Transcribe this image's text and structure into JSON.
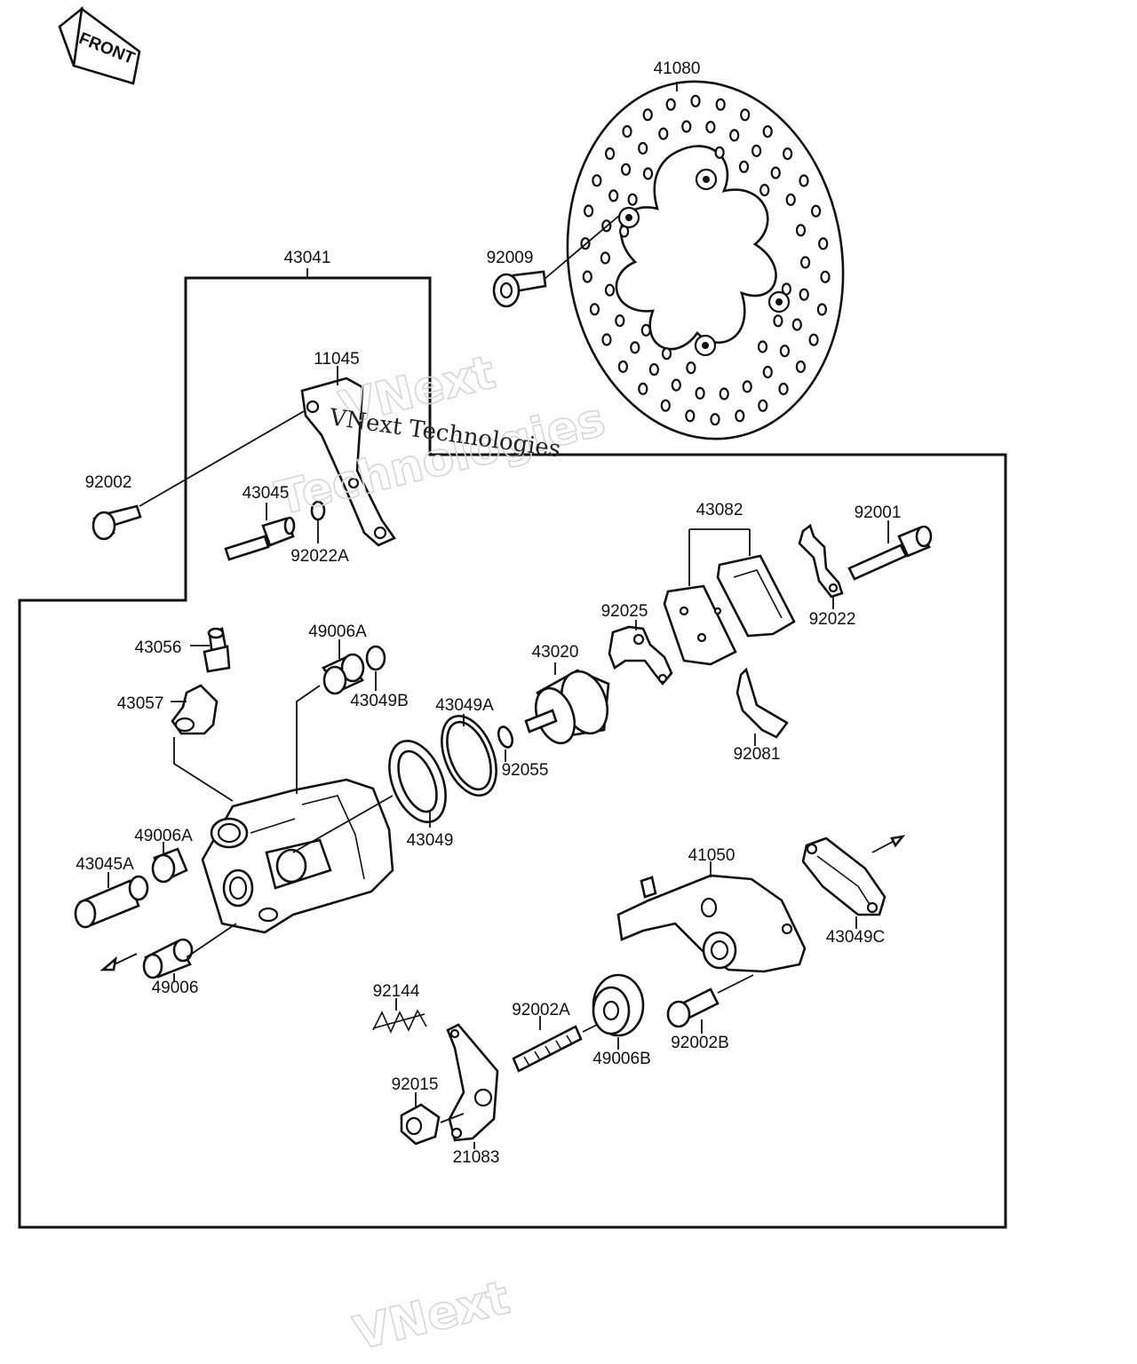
{
  "direction_tag": "FRONT",
  "watermark": {
    "logo_line1": "VNext",
    "logo_line2": "Technologies",
    "stamp": "VNext Technologies",
    "footer_logo": "VNext"
  },
  "parts": [
    {
      "id": "41080",
      "label": "41080"
    },
    {
      "id": "43041",
      "label": "43041"
    },
    {
      "id": "92009",
      "label": "92009"
    },
    {
      "id": "11045",
      "label": "11045"
    },
    {
      "id": "92002",
      "label": "92002"
    },
    {
      "id": "43045",
      "label": "43045"
    },
    {
      "id": "92022A",
      "label": "92022A"
    },
    {
      "id": "43082",
      "label": "43082"
    },
    {
      "id": "92001",
      "label": "92001"
    },
    {
      "id": "92022",
      "label": "92022"
    },
    {
      "id": "92025",
      "label": "92025"
    },
    {
      "id": "49006A-top",
      "label": "49006A"
    },
    {
      "id": "43056",
      "label": "43056"
    },
    {
      "id": "43020",
      "label": "43020"
    },
    {
      "id": "43049B",
      "label": "43049B"
    },
    {
      "id": "43057",
      "label": "43057"
    },
    {
      "id": "43049A",
      "label": "43049A"
    },
    {
      "id": "92055",
      "label": "92055"
    },
    {
      "id": "92081",
      "label": "92081"
    },
    {
      "id": "49006A-left",
      "label": "49006A"
    },
    {
      "id": "43049",
      "label": "43049"
    },
    {
      "id": "43045A",
      "label": "43045A"
    },
    {
      "id": "41050",
      "label": "41050"
    },
    {
      "id": "43049C",
      "label": "43049C"
    },
    {
      "id": "49006",
      "label": "49006"
    },
    {
      "id": "92144",
      "label": "92144"
    },
    {
      "id": "92002A",
      "label": "92002A"
    },
    {
      "id": "49006B",
      "label": "49006B"
    },
    {
      "id": "92002B",
      "label": "92002B"
    },
    {
      "id": "92015",
      "label": "92015"
    },
    {
      "id": "21083",
      "label": "21083"
    }
  ]
}
